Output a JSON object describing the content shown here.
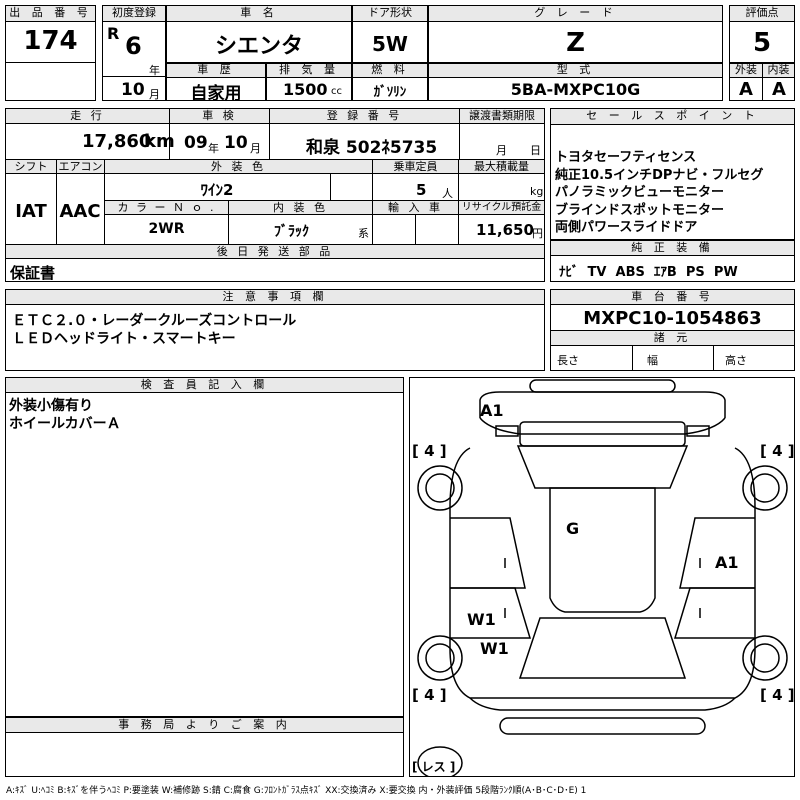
{
  "header": {
    "lot_no_label": "出 品 番 号",
    "lot_no": "174",
    "first_reg_label": "初度登録",
    "era_prefix": "R",
    "year_value": "6",
    "year_unit": "年",
    "month_value": "10",
    "month_unit": "月",
    "car_name_label": "車 名",
    "car_name": "シエンタ",
    "door_label": "ドア形状",
    "door": "5W",
    "grade_label": "グ レ ー ド",
    "grade": "Z",
    "score_label": "評価点",
    "score": "5",
    "history_label": "車 歴",
    "history": "自家用",
    "displacement_label": "排 気 量",
    "displacement": "1500",
    "displacement_unit": "cc",
    "fuel_label": "燃 料",
    "fuel": "ｶﾞｿﾘﾝ",
    "model_label": "型 式",
    "model": "5BA-MXPC10G",
    "exterior_label": "外装",
    "exterior": "A",
    "interior_label": "内装",
    "interior": "A"
  },
  "row2": {
    "mileage_label": "走 行",
    "mileage": "17,860",
    "mileage_unit": "km",
    "inspection_label": "車 検",
    "insp_year": "09",
    "insp_year_unit": "年",
    "insp_month": "10",
    "insp_month_unit": "月",
    "reg_label": "登 録 番 号",
    "reg_no": "和泉 502ﾈ5735",
    "transfer_label": "譲渡書類期限",
    "transfer_month": "月",
    "transfer_day": "日",
    "shift_label": "シフト",
    "shift": "IAT",
    "aircon_label": "エアコン",
    "aircon": "AAC",
    "color_label": "外 装 色",
    "color": "ﾜｲﾝ2",
    "capacity_label": "乗車定員",
    "capacity": "5",
    "capacity_unit": "人",
    "load_label": "最大積載量",
    "load_unit": "kg",
    "color_no_label": "カ ラ ー Ｎ ｏ .",
    "color_no": "2WR",
    "interior_color_label": "内 装 色",
    "interior_color": "ﾌﾞﾗｯｸ",
    "interior_color_unit": "系",
    "import_label": "輸 入 車",
    "recycle_label": "リサイクル預託金",
    "recycle": "11,650",
    "recycle_unit": "円",
    "later_parts_label": "後 日 発 送 部 品",
    "later_parts": "保証書"
  },
  "sales": {
    "label": "セ ー ル ス ポ イ ン ト",
    "points": [
      "トヨタセーフティセンス",
      "純正10.5インチDPナビ・フルセグ",
      "パノラミックビューモニター",
      "ブラインドスポットモニター",
      "両側パワースライドドア"
    ],
    "equipment_label": "純 正 装 備",
    "equipment": "ﾅﾋﾞ  TV  ABS  ｴｱB  PS  PW"
  },
  "notes": {
    "label": "注 意 事 項 欄",
    "lines": [
      "ＥＴＣ２.０・レーダークルーズコントロール",
      "ＬＥＤヘッドライト・スマートキー"
    ]
  },
  "chassis": {
    "label": "車 台 番 号",
    "number": "MXPC10-1054863",
    "specs_label": "諸 元",
    "length": "長さ",
    "width": "幅",
    "height": "高さ"
  },
  "inspector": {
    "label": "検 査 員 記 入 欄",
    "lines": [
      "外装小傷有り",
      "ホイールカバーＡ"
    ]
  },
  "office": {
    "label": "事 務 局 よ り ご 案 内"
  },
  "diagram": {
    "marks": {
      "front_bumper": "A1",
      "roof": "G",
      "right_door": "A1",
      "left_rear_door": "W1",
      "left_rear_fender": "W1"
    },
    "tires": [
      "4",
      "4",
      "4",
      "4"
    ],
    "spare": "レス"
  },
  "footer": {
    "legend": "A:ｷｽﾞ U:ﾍｺﾐ B:ｷｽﾞを伴うﾍｺﾐ P:要塗装 W:補修跡 S:錆 C:腐食 G:ﾌﾛﾝﾄｶﾞﾗｽ点ｷｽﾞ XX:交換済み X:要交換 内・外装評価 5段階ﾗﾝｸ順(A･B･C･D･E) 1"
  }
}
